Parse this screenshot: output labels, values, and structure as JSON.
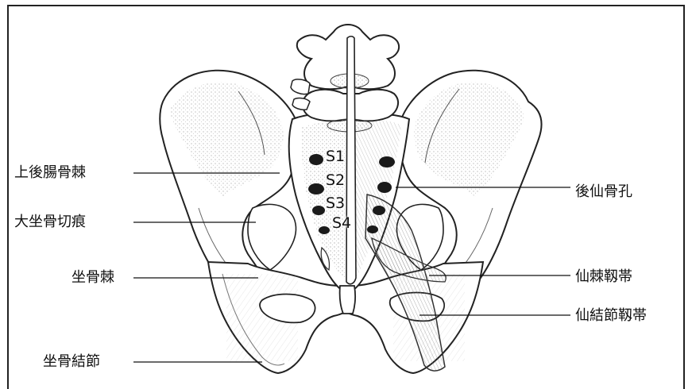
{
  "labels_left": {
    "psis": "上後腸骨棘",
    "greater_sciatic_notch": "大坐骨切痕",
    "ischial_spine": "坐骨棘",
    "ischial_tuberosity": "坐骨結節"
  },
  "labels_right": {
    "posterior_sacral_foramina": "後仙骨孔",
    "sacrospinous_ligament": "仙棘靱帯",
    "sacrotuberous_ligament": "仙結節靱帯"
  },
  "sacral_levels": [
    "S1",
    "S2",
    "S3",
    "S4"
  ]
}
